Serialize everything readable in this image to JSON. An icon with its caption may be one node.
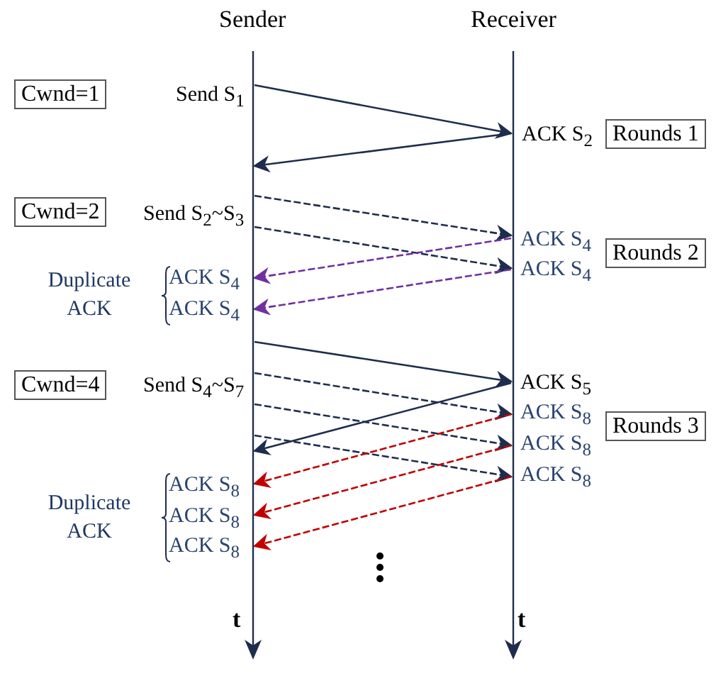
{
  "diagram": {
    "nodes": [
      {
        "text": [
          "Sender"
        ]
      },
      {
        "text": [
          "Receiver"
        ]
      },
      {
        "text": [
          "Cwnd=1"
        ]
      },
      {
        "text": [
          "Rounds 1"
        ]
      },
      {
        "text": [
          "Cwnd=2"
        ]
      },
      {
        "text": [
          "Rounds 2"
        ]
      },
      {
        "text": [
          "Cwnd=4"
        ]
      },
      {
        "text": [
          "Rounds 3"
        ]
      }
    ],
    "edges": [
      {
        "from": 0,
        "to": 1,
        "arrow": "to"
      },
      {
        "from": 1,
        "to": 0,
        "arrow": "to"
      },
      {
        "from": 0,
        "to": 1,
        "arrow": "to",
        "style": "dashed"
      },
      {
        "from": 0,
        "to": 1,
        "arrow": "to",
        "style": "dashed"
      },
      {
        "from": 1,
        "to": 0,
        "arrow": "to",
        "style": "dashed",
        "color": "#7030a0"
      },
      {
        "from": 1,
        "to": 0,
        "arrow": "to",
        "style": "dashed",
        "color": "#7030a0"
      },
      {
        "from": 0,
        "to": 1,
        "arrow": "to"
      },
      {
        "from": 0,
        "to": 1,
        "arrow": "to",
        "style": "dashed"
      },
      {
        "from": 0,
        "to": 1,
        "arrow": "to",
        "style": "dashed"
      },
      {
        "from": 1,
        "to": 0,
        "arrow": "to"
      },
      {
        "from": 0,
        "to": 1,
        "arrow": "to",
        "style": "dashed"
      },
      {
        "from": 1,
        "to": 0,
        "arrow": "to",
        "style": "dashed",
        "color": "#c00000"
      },
      {
        "from": 1,
        "to": 0,
        "arrow": "to",
        "style": "dashed",
        "color": "#c00000"
      },
      {
        "from": 1,
        "to": 0,
        "arrow": "to",
        "style": "dashed",
        "color": "#c00000"
      }
    ],
    "labels": [
      "Send S$_{1}$",
      "ACK S$_{2}$",
      "Send S$_{2}$~S$_{3}$",
      "ACK S$_{4}$",
      "ACK S$_{4}$",
      "Duplicate ACK",
      "ACK S$_{4}$",
      "ACK S$_{4}$",
      "Send S$_{4}$~S$_{7}$",
      "ACK S$_{5}$",
      "ACK S$_{8}$",
      "ACK S$_{8}$",
      "ACK S$_{8}$",
      "Duplicate ACK",
      "ACK S$_{8}$",
      "ACK S$_{8}$",
      "ACK S$_{8}$",
      "t",
      "t"
    ]
  }
}
